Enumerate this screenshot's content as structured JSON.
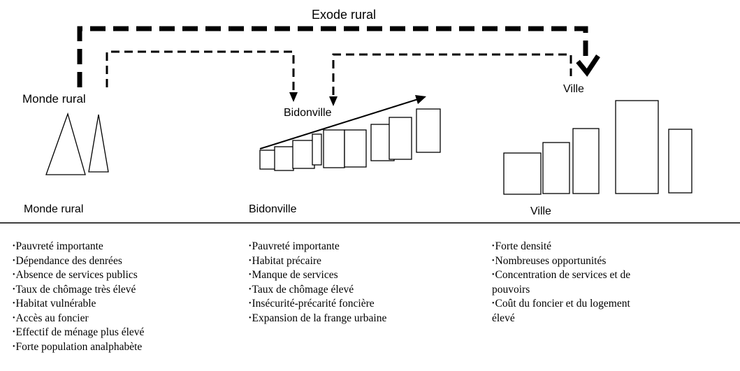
{
  "diagram": {
    "arrow_label": "Exode rural",
    "node_labels": {
      "rural": "Monde rural",
      "slum": "Bidonville",
      "city": "Ville"
    },
    "column_headers": {
      "rural": "Monde rural",
      "slum": "Bidonville",
      "city": "Ville"
    },
    "rural_items": [
      "Pauvreté importante",
      "Dépendance des denrées",
      "Absence de services publics",
      "Taux de chômage très élevé",
      "Habitat vulnérable",
      "Accès au foncier",
      "Effectif de ménage plus élevé",
      "Forte population analphabète"
    ],
    "slum_items": [
      "Pauvreté importante",
      "Habitat précaire",
      "Manque de services",
      "Taux de chômage élevé",
      "Insécurité-précarité foncière",
      "Expansion de la frange urbaine"
    ],
    "city_items": [
      "Forte densité",
      "Nombreuses opportunités",
      "Concentration de services et de",
      "pouvoirs",
      "Coût du foncier et du logement",
      "élevé"
    ]
  }
}
